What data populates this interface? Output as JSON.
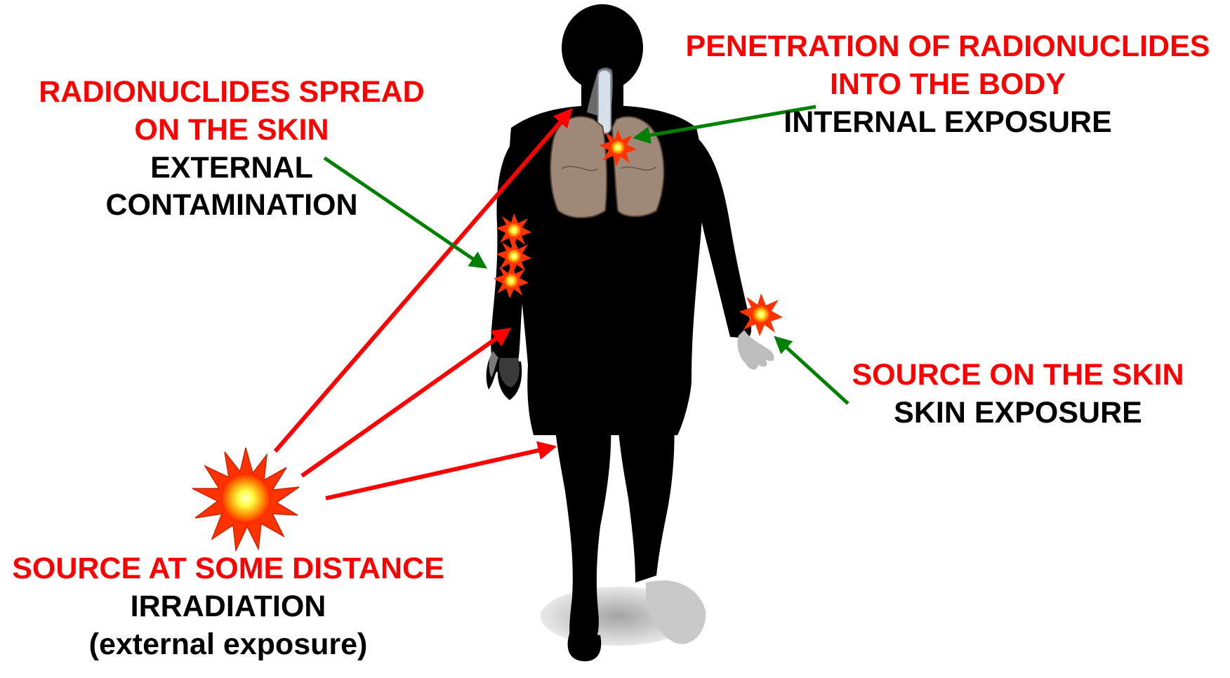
{
  "labels": {
    "skin_spread": {
      "title_line1": "RADIONUCLIDES SPREAD",
      "title_line2": "ON THE SKIN",
      "subtitle_line1": "EXTERNAL",
      "subtitle_line2": "CONTAMINATION"
    },
    "internal": {
      "title_line1": "PENETRATION OF RADIONUCLIDES",
      "title_line2": "INTO THE BODY",
      "subtitle_line1": "INTERNAL EXPOSURE"
    },
    "skin_source": {
      "title_line1": "SOURCE ON THE SKIN",
      "subtitle_line1": "SKIN EXPOSURE"
    },
    "distance_source": {
      "title_line1": "SOURCE AT SOME DISTANCE",
      "subtitle_line1": "IRRADIATION",
      "subtitle_line2": "(external exposure)"
    }
  },
  "colors": {
    "title_text": "#ff0000",
    "subtitle_text": "#000000",
    "irradiation_arrows": "#ff0000",
    "pointer_arrows": "#008000",
    "body_silhouette": "#000000",
    "lungs": "#a08878",
    "burst_outer": "#ff3300",
    "burst_core": "#ffff66"
  },
  "icons": {
    "radiation_source": "explosion-burst-icon",
    "contamination_spot": "starburst-icon",
    "human_figure": "human-silhouette",
    "organ": "lungs-icon"
  }
}
